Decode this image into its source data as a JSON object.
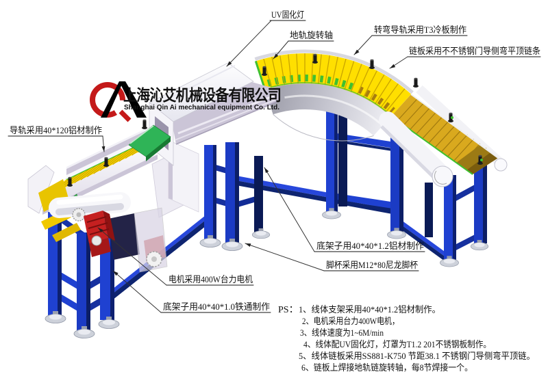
{
  "logo": {
    "mark": "QA",
    "company_zh": "上海沁艾机械设备有限公司",
    "company_en": "Shanghai Qin Ai mechanical equipment Co. Ltd."
  },
  "callouts": {
    "uv_lamp": "UV固化灯",
    "rotation_shaft": "地轨旋转轴",
    "turn_rail": "转弯导轨采用T3冷板制作",
    "chain_plate": "链板采用不不锈钢门导侧弯平顶链条",
    "guide_rail": "导轨采用40*120铝材制作",
    "motor": "电机采用400W台力电机",
    "base_frame_iron": "底架子用40*40*1.0铁通制作",
    "base_frame_alu": "底架子用40*40*1.2铝材制作",
    "foot_cup": "脚杯采用M12*80尼龙脚杯"
  },
  "notes": {
    "prefix": "PS：",
    "items": [
      "1、线体支架采用40*40*1.2铝材制作。",
      "2、电机采用台力400W电机，",
      "3、线体速度为1~6M/min",
      "4、线体配UV固化灯，灯罩为T1.2 201不锈钢板制作。",
      "5、线体链板采用SS881-K750 节距38.1 不锈钢门导侧弯平顶链。",
      "6、链板上焊接地轨链旋转轴，每8节焊接一个。"
    ]
  },
  "colors": {
    "belt_yellow": "#FFD900",
    "belt_gold": "#D9A91E",
    "frame_blue": "#1F41D1",
    "frame_blue_dark": "#0D2070",
    "accent_green": "#2FB457",
    "logo_red": "#C41919",
    "housing_white": "#F5F4F9",
    "wall_lavender": "#CBC5D7"
  }
}
